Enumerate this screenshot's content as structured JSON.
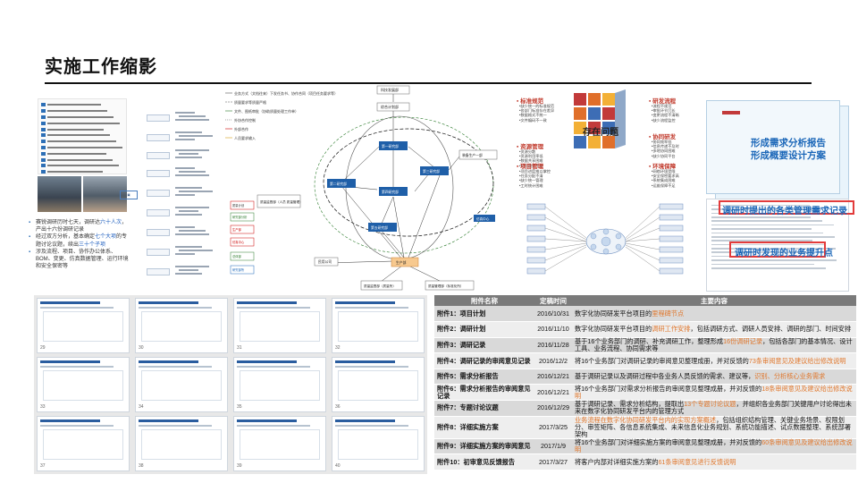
{
  "slide": {
    "title": "实施工作缩影"
  },
  "bullets": [
    {
      "pre": "赛锐调研历时七天，调研达",
      "hl": "六十人次",
      "post": "，产出十六份调研记录"
    },
    {
      "pre": "经过双方分析，基本确定",
      "hl": "七个大项",
      "post": "的专题讨论议题，续出",
      "hl2": "三十个子项"
    },
    {
      "pre": "涉及流程、项目、协作办公体系、BOM、变更、仿真数据管理、运行环境和安全保密等",
      "hl": "",
      "post": ""
    }
  ],
  "org": {
    "top": "科技发展部",
    "gov": "综合计划部",
    "nodes": [
      "第一研究部",
      "第二研究部",
      "第三研究部",
      "第四研究部",
      "第五研究部",
      "生产部"
    ],
    "side_right": "装备生产一部",
    "side_right2": "仿真中心",
    "bottom_mid": "质量监督部（质量所）",
    "bottom_right": "质量管理部（标准化所）",
    "bottom_left": "民用公司",
    "left_box": "质量监督部（人员\n质量管理）",
    "legend": [
      "业务方式（文档往来）下发任务书、协作合同（项目任务要求等）",
      "质量要求等质量严格",
      "文件、图纸审批（协助质量处理工作单）",
      "外协合作控制",
      "外部合作",
      "人员要求输入"
    ],
    "left_stack": [
      "质量计划",
      "研究部分析",
      "生产部",
      "仿真中心",
      "总体部",
      "研究部所"
    ]
  },
  "collage": {
    "cube_label": "存在问题",
    "categories": [
      {
        "name": "标准规范",
        "items": [
          "•缺少统一的标准规范",
          "•各部门标准存在差异",
          "•数据格式不统一",
          "•文件编码不一致"
        ]
      },
      {
        "name": "研发流程",
        "items": [
          "•流程不规范",
          "•审批环节冗长",
          "•变更流程不清晰",
          "•缺少流程监控"
        ]
      },
      {
        "name": "资源管理",
        "items": [
          "•资源分散",
          "•资源利用率低",
          "•数据共享困难",
          "•知识积累不足"
        ]
      },
      {
        "name": "协同研发",
        "items": [
          "•协同效率低",
          "•信息传递不及时",
          "•多地协同困难",
          "•缺少协同平台"
        ]
      },
      {
        "name": "项目管理",
        "items": [
          "•项目进度难以掌控",
          "•任务分配不清",
          "•缺少统一管理",
          "•工时统计困难"
        ]
      },
      {
        "name": "环境保障",
        "items": [
          "•网络环境受限",
          "•安全保密要求高",
          "•系统集成困难",
          "•运维保障不足"
        ]
      }
    ]
  },
  "reports": {
    "r1": "形成需求分析报告",
    "r2": "形成概要设计方案",
    "box1": "调研时提出的各类管理需求记录",
    "box2": "调研时发现的业务提升点"
  },
  "thumbs": [
    "29",
    "30",
    "31",
    "32",
    "33",
    "34",
    "35",
    "36",
    "37",
    "38",
    "39",
    "40"
  ],
  "table": {
    "headers": [
      "附件名称",
      "定稿时间",
      "主要内容"
    ],
    "rows": [
      {
        "name": "附件1：项目计划",
        "date": "2016/10/31",
        "pre": "数字化协同研发平台项目的",
        "hl": "里程碑节点",
        "post": ""
      },
      {
        "name": "附件2：调研计划",
        "date": "2016/11/10",
        "pre": "数字化协同研发平台项目的",
        "hl": "调研工作安排",
        "post": "，包括调研方式、调研人员安排、调研的部门、时间安排"
      },
      {
        "name": "附件3：调研记录",
        "date": "2016/11/28",
        "pre": "基于16个业务部门的调研、补充调研工作，整理形成",
        "hl": "16份调研记录",
        "post": "，包括各部门的基本情况、设计工具、业务流程、协同需求等"
      },
      {
        "name": "附件4：调研记录的审阅意见记录",
        "date": "2016/12/2",
        "pre": "将16个业务部门对调研记录的审阅意见整理成册，并对反馈的",
        "hl": "73条审阅意见及建议给出修改说明",
        "post": ""
      },
      {
        "name": "附件5：需求分析报告",
        "date": "2016/12/21",
        "pre": "基于调研记录以及调研过程中各业务人员反馈的需求、建议等，",
        "hl": "识别、分析核心业务需求",
        "post": ""
      },
      {
        "name": "附件6：需求分析报告的审阅意见记录",
        "date": "2016/12/21",
        "pre": "将16个业务部门对需求分析报告的审阅意见整理成册，并对反馈的",
        "hl": "18条审阅意见及建议给出修改说明",
        "post": ""
      },
      {
        "name": "附件7：专题讨论议题",
        "date": "2016/12/29",
        "pre": "基于调研记录、需求分析结构，提取出",
        "hl": "13个专题讨论议题",
        "post": "，并组织各业务部门关键用户讨论得出未来在数字化协同研发平台内的管理方式"
      },
      {
        "name": "附件8：详细实施方案",
        "date": "2017/3/25",
        "pre": "",
        "hl": "业务流程在数字化协同研发平台内的实现方案概述",
        "post": "，包括组织结构管理、关键业务场景、权限划分、审签矩阵、各信息系统集成、未来信息化业务规划、系统功能描述、试点数据整理、系统部署架构"
      },
      {
        "name": "附件9：详细实施方案的审阅意见",
        "date": "2017/1/9",
        "pre": "将16个业务部门对详细实施方案的审阅意见整理成册，并对反馈的",
        "hl": "60条审阅意见及建议给出修改说明",
        "post": ""
      },
      {
        "name": "附件10：初审意见反馈报告",
        "date": "2017/3/27",
        "pre": "将客户内部对详细实施方案的",
        "hl": "61条审阅意见进行反馈说明",
        "post": ""
      }
    ]
  },
  "colors": {
    "accent": "#1a66b8",
    "highlight": "#e0762b",
    "alert": "#e23b3b",
    "table_header": "#7a7a7a"
  }
}
